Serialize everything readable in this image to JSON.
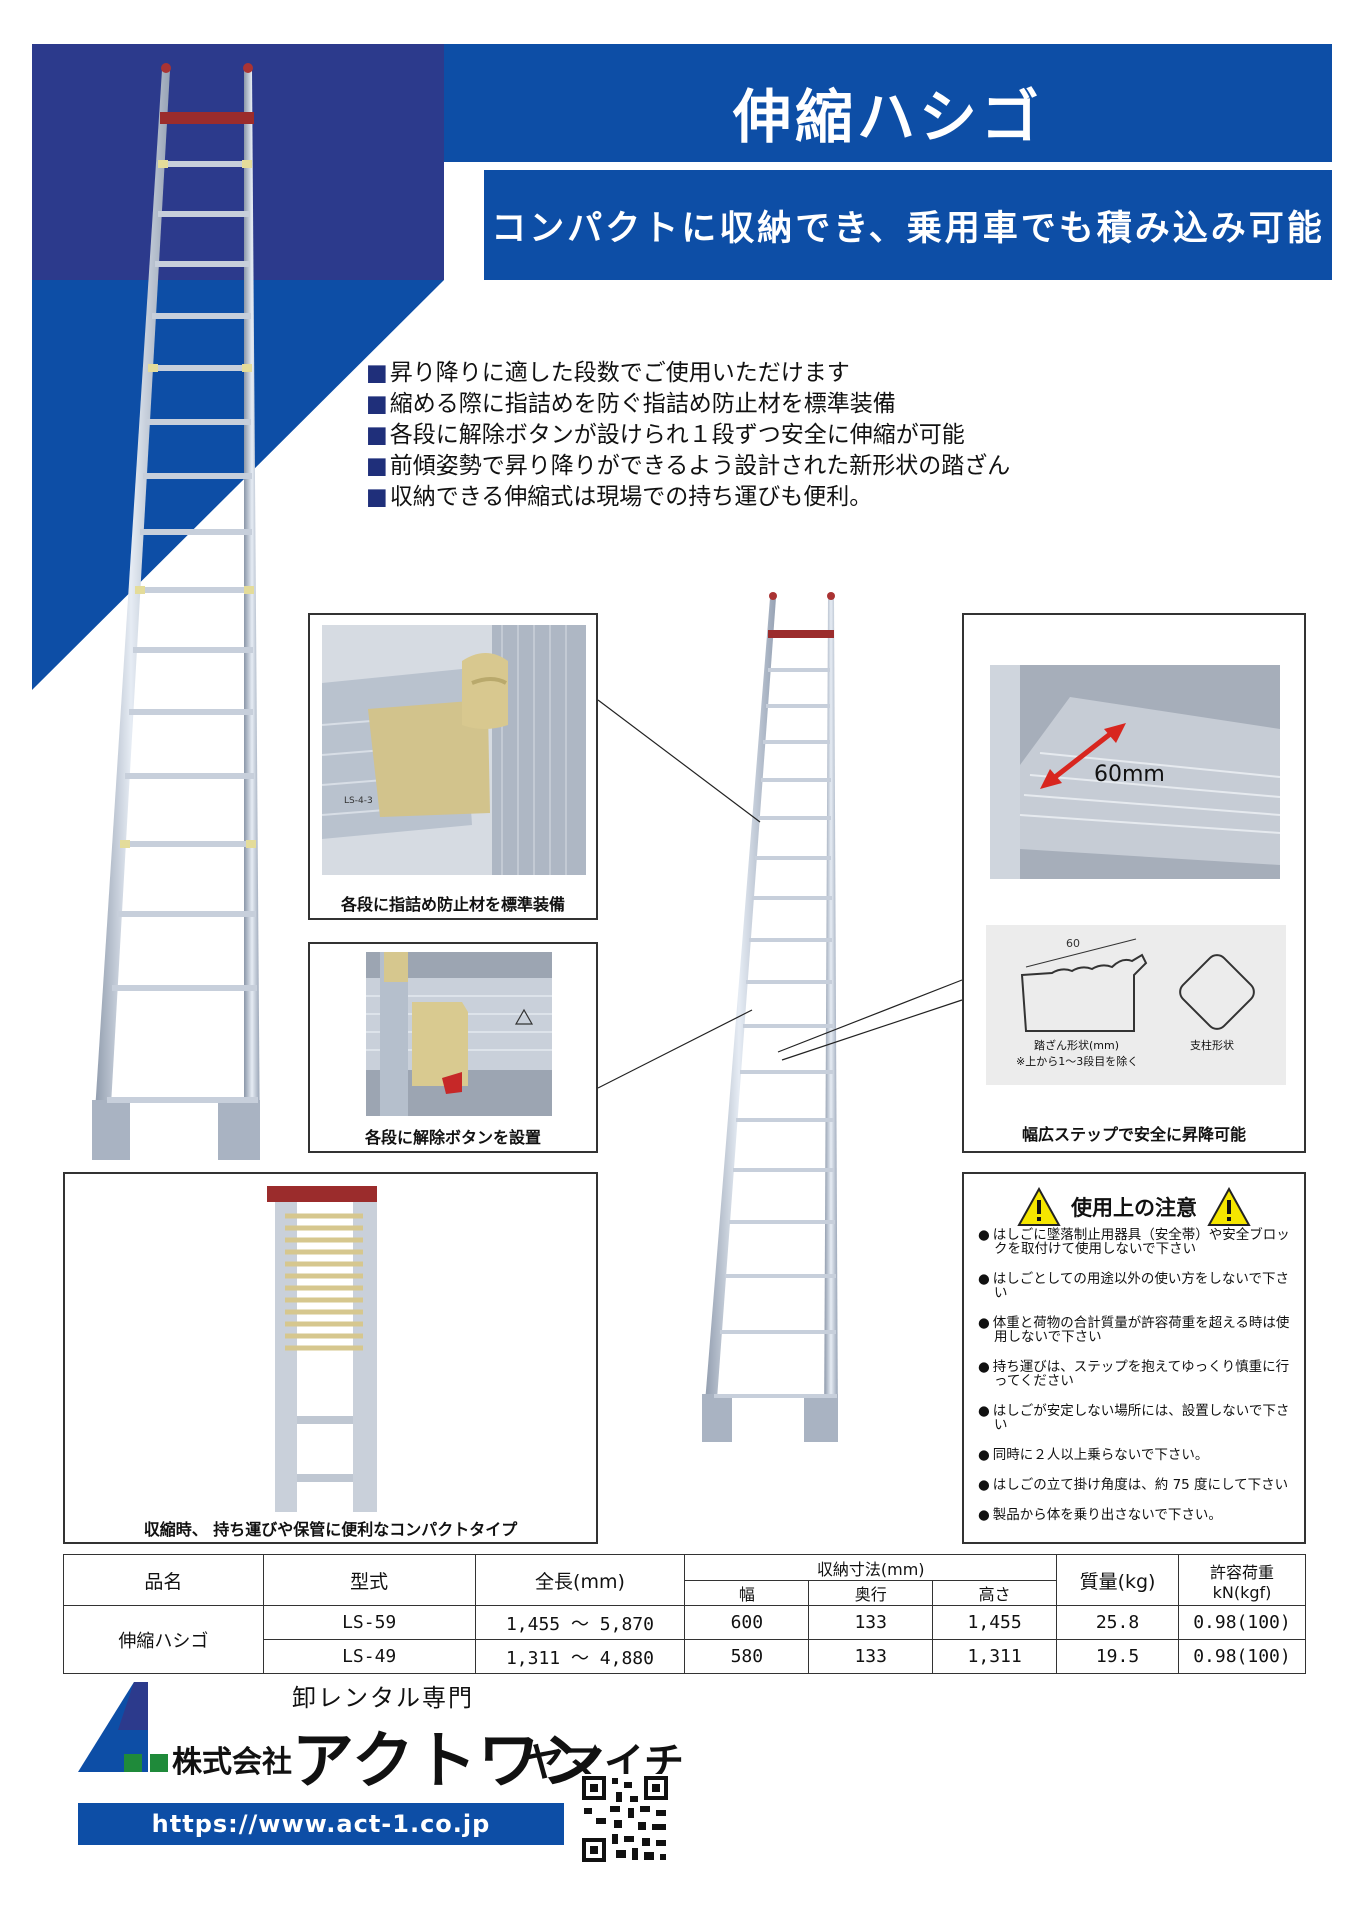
{
  "header": {
    "title": "伸縮ハシゴ",
    "subtitle": "コンパクトに収納でき、乗用車でも積み込み可能"
  },
  "features": [
    "昇り降りに適した段数でご使用いただけます",
    "縮める際に指詰めを防ぐ指詰め防止材を標準装備",
    "各段に解除ボタンが設けられ１段ずつ安全に伸縮が可能",
    "前傾姿勢で昇り降りができるよう設計された新形状の踏ざん",
    "収納できる伸縮式は現場での持ち運びも便利。"
  ],
  "photos": {
    "finger_guard": {
      "caption": "各段に指詰め防止材を標準装備",
      "part_label": "LS-4-3"
    },
    "release_button": {
      "caption": "各段に解除ボタンを設置"
    },
    "wide_step": {
      "caption": "幅広ステップで安全に昇降可能",
      "width_label": "60mm",
      "diagram_dim": "60",
      "diagram_step_label": "踏ざん形状(mm)",
      "diagram_step_note": "※上から1～3段目を除く",
      "diagram_post_label": "支柱形状"
    },
    "compact": {
      "caption": "収縮時、 持ち運びや保管に便利なコンパクトタイプ"
    }
  },
  "caution": {
    "title": "使用上の注意",
    "items": [
      "はしごに墜落制止用器具（安全帯）や安全ブロックを取付けて使用しないで下さい",
      "はしごとしての用途以外の使い方をしないで下さい",
      "体重と荷物の合計質量が許容荷重を超える時は使用しないで下さい",
      "持ち運びは、ステップを抱えてゆっくり慎重に行ってください",
      "はしごが安定しない場所には、設置しないで下さい",
      "同時に２人以上乗らないで下さい。",
      "はしごの立て掛け角度は、約 75 度にして下さい",
      "製品から体を乗り出さないで下さい。"
    ]
  },
  "spec_table": {
    "headers": {
      "name": "品名",
      "model": "型式",
      "length": "全長(mm)",
      "storage": "収納寸法(mm)",
      "width": "幅",
      "depth": "奥行",
      "height": "高さ",
      "mass": "質量(kg)",
      "load_line1": "許容荷重",
      "load_line2": "kN(kgf)"
    },
    "product_name": "伸縮ハシゴ",
    "rows": [
      {
        "model": "LS-59",
        "length": "1,455 ～ 5,870",
        "width": "600",
        "depth": "133",
        "height": "1,455",
        "mass": "25.8",
        "load": "0.98(100)"
      },
      {
        "model": "LS-49",
        "length": "1,311 ～ 4,880",
        "width": "580",
        "depth": "133",
        "height": "1,311",
        "mass": "19.5",
        "load": "0.98(100)"
      }
    ]
  },
  "footer": {
    "tagline": "卸レンタル専門",
    "company_prefix": "株式会社",
    "company_name": "アクトワン",
    "company_sub": "ヤマイチ",
    "url": "https://www.act-1.co.jp"
  },
  "colors": {
    "dark_navy": "#2c3a8c",
    "brand_blue": "#0d4ea6",
    "caution_yellow": "#f5e600",
    "logo_green": "#1f8a3a"
  }
}
